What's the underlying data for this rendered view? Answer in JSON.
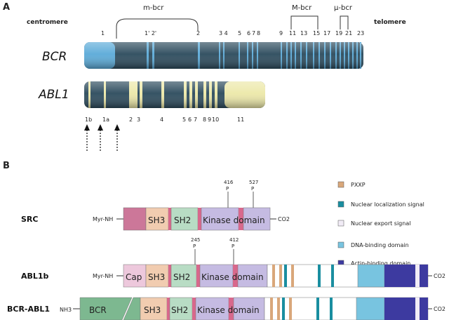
{
  "panel_a": {
    "label": "A",
    "centromere": "centromere",
    "telomere": "telomere",
    "brackets": {
      "m": "m-bcr",
      "M": "M-bcr",
      "mu": "μ-bcr"
    },
    "bcr": {
      "name": "BCR",
      "exon_labels": [
        "1",
        "1' 2'",
        "2",
        "3 4",
        "5",
        "6",
        "7",
        "8",
        "9",
        "11",
        "13",
        "15",
        "17",
        "19",
        "21",
        "23"
      ]
    },
    "abl": {
      "name": "ABL1",
      "exon_labels": [
        "1b",
        "1a",
        "2",
        "3",
        "4",
        "5",
        "6",
        "7",
        "8",
        "9",
        "10",
        "11"
      ]
    }
  },
  "panel_b": {
    "label": "B",
    "legend": [
      {
        "label": "PXXP",
        "color": "#d9a77a"
      },
      {
        "label": "Nuclear localization signal",
        "color": "#1a8ea0"
      },
      {
        "label": "Nuclear export signal",
        "color": "#f1ecf6"
      },
      {
        "label": "DNA-binding domain",
        "color": "#78c4e0"
      },
      {
        "label": "Actin-binding domain",
        "color": "#3d3aa0"
      }
    ],
    "src": {
      "name": "SRC",
      "n_term": "Myr-NH",
      "c_term": "CO2",
      "domains": {
        "sh3": "SH3",
        "sh2": "SH2",
        "kinase": "Kinase domain"
      },
      "phospho": [
        {
          "pos": "416",
          "p": "P"
        },
        {
          "pos": "527",
          "p": "P"
        }
      ]
    },
    "abl1b": {
      "name": "ABL1b",
      "n_term": "Myr-NH",
      "c_term": "CO2",
      "domains": {
        "cap": "Cap",
        "sh3": "SH3",
        "sh2": "SH2",
        "kinase": "Kinase domain"
      },
      "phospho": [
        {
          "pos": "245",
          "p": "P"
        },
        {
          "pos": "412",
          "p": "P"
        }
      ]
    },
    "bcr_abl1": {
      "name": "BCR-ABL1",
      "n_term": "NH3",
      "c_term": "CO2",
      "domains": {
        "bcr": "BCR",
        "sh3": "SH3",
        "sh2": "SH2",
        "kinase": "Kinase domain"
      }
    }
  }
}
